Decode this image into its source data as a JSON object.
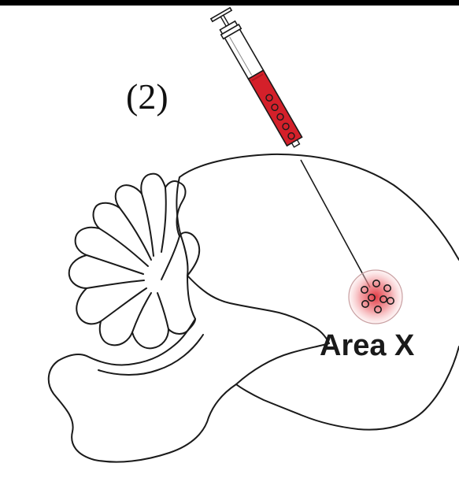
{
  "panel_label": "(2)",
  "region_label": "Area X",
  "colors": {
    "frame": "#000000",
    "outline": "#1a1a1a",
    "syringe_fill": "#d4202a",
    "injection_glow": "#e8444c"
  },
  "icons": {
    "syringe": "syringe-icon",
    "brain": "songbird-brain-outline",
    "cells": "cell-cluster"
  }
}
